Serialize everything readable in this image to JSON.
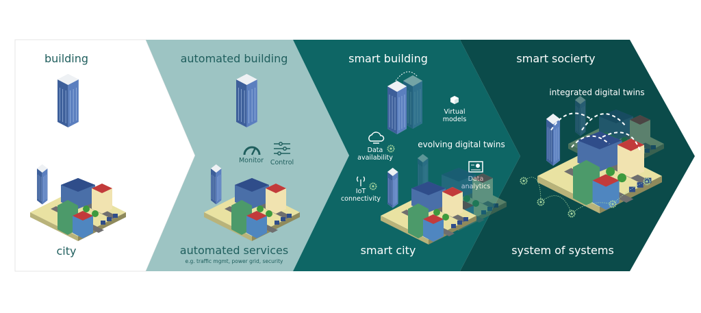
{
  "colors": {
    "panel1": "#ffffff",
    "panel2": "#9dc4c3",
    "panel3": "#0e6665",
    "panel4": "#0b4b4a",
    "dark_text": "#1f5e5d",
    "light_text": "#ffffff"
  },
  "panel1": {
    "top": "building",
    "bottom": "city"
  },
  "panel2": {
    "top": "automated building",
    "monitor": "Monitor",
    "control": "Control",
    "bottom": "automated services",
    "bottom_sub": "e.g. traffic mgmt, power grid, security"
  },
  "panel3": {
    "top": "smart building",
    "virtual": [
      "Virtual",
      "models"
    ],
    "data_avail": [
      "Data",
      "availability"
    ],
    "evolving": "evolving digital twins",
    "iot": [
      "IoT",
      "connectivity"
    ],
    "analytics": [
      "Data",
      "analytics"
    ],
    "bottom": "smart city"
  },
  "panel4": {
    "top": "smart socierty",
    "integrated": "integrated digital twins",
    "bottom": "system of systems"
  },
  "icons": [
    "tower-icon",
    "city-icon",
    "gauge-icon",
    "sliders-icon",
    "cube-icon",
    "cloud-icon",
    "antenna-icon",
    "chart-icon",
    "gear-icon"
  ]
}
